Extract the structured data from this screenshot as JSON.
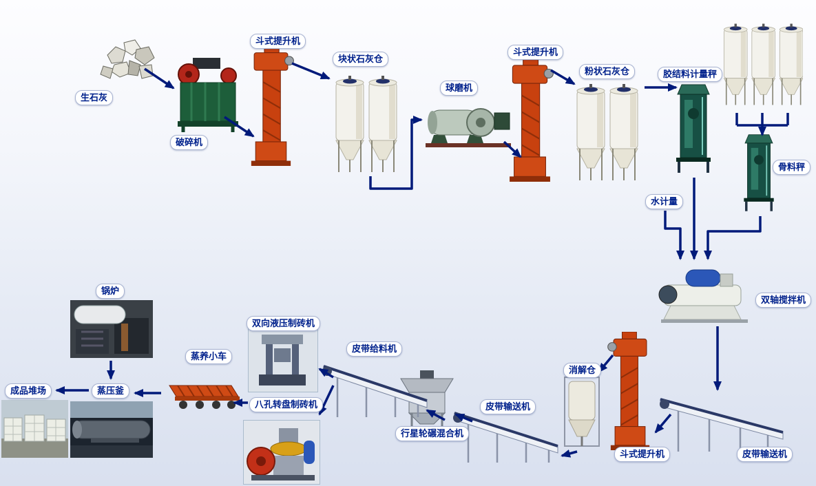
{
  "diagram_type": "process-flow",
  "labels": {
    "quicklime": "生石灰",
    "crusher": "破碎机",
    "bucket_elevator_1": "斗式提升机",
    "lump_lime_silo": "块状石灰仓",
    "ball_mill": "球磨机",
    "bucket_elevator_2": "斗式提升机",
    "powder_lime_silo": "粉状石灰仓",
    "binder_scale": "胶结料计量秤",
    "aggregate_scale": "骨料秤",
    "water_meter": "水计量",
    "double_shaft_mixer": "双轴搅拌机",
    "digestion_silo": "消解仓",
    "bucket_elevator_3": "斗式提升机",
    "belt_conveyor_right": "皮带输送机",
    "belt_conveyor_mid": "皮带输送机",
    "planetary_mixer": "行星轮碾混合机",
    "belt_feeder": "皮带给料机",
    "hydraulic_brick_machine": "双向液压制砖机",
    "rotary_brick_machine": "八孔转盘制砖机",
    "steam_trolley": "蒸养小车",
    "autoclave": "蒸压釜",
    "boiler": "锅炉",
    "product_yard": "成品堆场"
  },
  "edges": [
    {
      "from": "quicklime",
      "to": "crusher"
    },
    {
      "from": "crusher",
      "to": "bucket_elevator_1"
    },
    {
      "from": "bucket_elevator_1",
      "to": "lump_lime_silo"
    },
    {
      "from": "lump_lime_silo",
      "to": "ball_mill"
    },
    {
      "from": "ball_mill",
      "to": "bucket_elevator_2"
    },
    {
      "from": "bucket_elevator_2",
      "to": "powder_lime_silo"
    },
    {
      "from": "powder_lime_silo",
      "to": "binder_scale"
    },
    {
      "from": "storage_silos",
      "to": "aggregate_scale"
    },
    {
      "from": "binder_scale",
      "to": "double_shaft_mixer"
    },
    {
      "from": "water_meter",
      "to": "double_shaft_mixer"
    },
    {
      "from": "aggregate_scale",
      "to": "double_shaft_mixer"
    },
    {
      "from": "double_shaft_mixer",
      "to": "belt_conveyor_right"
    },
    {
      "from": "belt_conveyor_right",
      "to": "bucket_elevator_3"
    },
    {
      "from": "bucket_elevator_3",
      "to": "digestion_silo"
    },
    {
      "from": "digestion_silo",
      "to": "belt_conveyor_mid"
    },
    {
      "from": "belt_conveyor_mid",
      "to": "planetary_mixer"
    },
    {
      "from": "planetary_mixer",
      "to": "belt_feeder"
    },
    {
      "from": "belt_feeder",
      "to": "hydraulic_brick_machine"
    },
    {
      "from": "belt_feeder",
      "to": "rotary_brick_machine"
    },
    {
      "from": "brick_machines",
      "to": "steam_trolley"
    },
    {
      "from": "steam_trolley",
      "to": "autoclave"
    },
    {
      "from": "boiler",
      "to": "autoclave"
    },
    {
      "from": "autoclave",
      "to": "product_yard"
    }
  ],
  "colors": {
    "arrow": "#001a7a",
    "label_text": "#00218c",
    "label_background": "#ffffff",
    "elevator_red": "#c8410f",
    "silo_white": "#f3f2ec",
    "crusher_green": "#1d5e3a",
    "scale_teal": "#175044",
    "motor_blue": "#2b57b8"
  }
}
